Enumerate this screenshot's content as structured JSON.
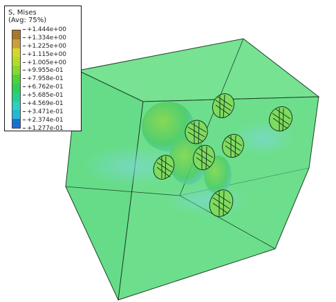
{
  "legend": {
    "title": "S, Mises",
    "subtitle": "(Avg: 75%)",
    "labels": [
      "+1.444e+00",
      "+1.334e+00",
      "+1.225e+00",
      "+1.115e+00",
      "+1.005e+00",
      "+9.955e-01",
      "+7.958e-01",
      "+6.762e-01",
      "+5.685e-01",
      "+4.569e-01",
      "+3.471e-01",
      "+2.374e-01",
      "+1.277e-01"
    ],
    "band_colors": [
      "#a8762c",
      "#c9a03a",
      "#d9d62b",
      "#b2dc2c",
      "#88d82f",
      "#4fd33b",
      "#2fcf52",
      "#26cf8c",
      "#2dd0c2",
      "#23b9d6",
      "#1b6fd2",
      "#1224cc"
    ]
  },
  "model": {
    "colors": {
      "body_fill": "#6fe08f",
      "body_fill_dark": "#5ccf7e",
      "body_fill_light": "#8ee9a8",
      "edge": "#1b3f25",
      "inclusion_fill": "#79d96a",
      "inclusion_blue": "#6cc7c0",
      "mesh_line": "#16361c"
    }
  }
}
